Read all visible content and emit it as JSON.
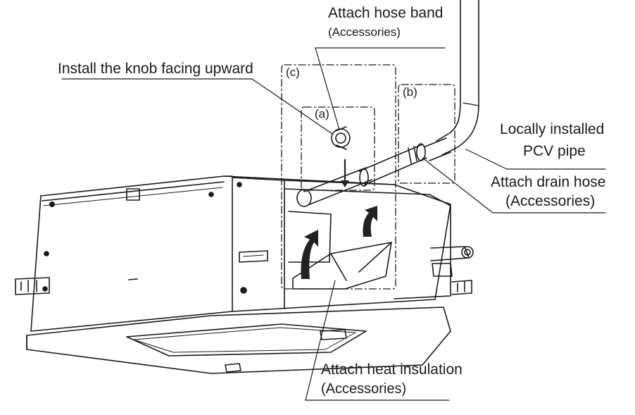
{
  "labels": {
    "hose_band": "Attach hose band",
    "hose_band_sub": "(Accessories)",
    "knob": "Install the knob facing upward",
    "pcv_line1": "Locally installed",
    "pcv_line2": "PCV pipe",
    "drain_hose": "Attach drain hose",
    "drain_hose_sub": "(Accessories)",
    "heat_insulation": "Attach heat insulation",
    "heat_insulation_sub": "(Accessories)"
  },
  "tags": {
    "a": "(a)",
    "b": "(b)",
    "c": "(c)"
  },
  "colors": {
    "line": "#1a1a1a",
    "arrow": "#222222",
    "background": "#ffffff"
  },
  "icons": {
    "flow_arrow": "curved-arrow-icon",
    "down_arrow": "arrow-down-icon"
  }
}
